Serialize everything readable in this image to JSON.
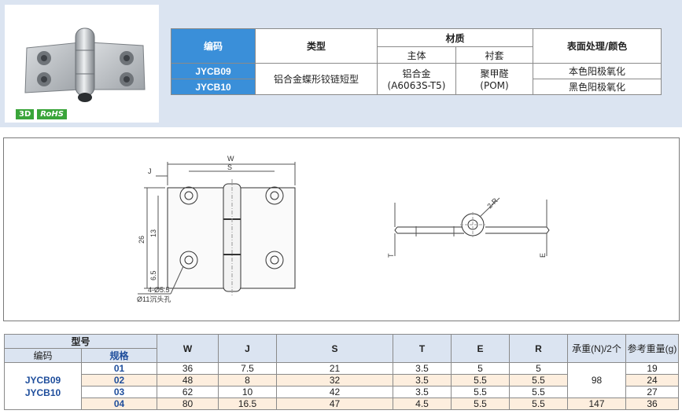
{
  "spec_table": {
    "header": {
      "code": "编码",
      "type": "类型",
      "material": "材质",
      "body": "主体",
      "bushing": "衬套",
      "surface": "表面处理/颜色"
    },
    "rows": [
      {
        "code": "JYCB09",
        "surface": "本色阳极氧化"
      },
      {
        "code": "JYCB10",
        "surface": "黑色阳极氧化"
      }
    ],
    "type_value": "铝合金蝶形铰链短型",
    "body_line1": "铝合金",
    "body_line2": "(A6063S-T5)",
    "bushing_line1": "聚甲醛",
    "bushing_line2": "(POM)"
  },
  "badges": {
    "three_d": "3D",
    "rohs": "RoHS"
  },
  "drawing": {
    "front": {
      "w": "W",
      "j": "J",
      "s": "S",
      "height": "26",
      "mid": "13",
      "bottom": "6.5",
      "hole_line1": "4-Ø5.5",
      "hole_line2": "Ø11沉头孔"
    },
    "side": {
      "r": "2-R",
      "t": "T",
      "e": "E"
    }
  },
  "dims_table": {
    "header": {
      "model": "型号",
      "code": "编码",
      "spec": "规格",
      "w": "W",
      "j": "J",
      "s": "S",
      "t": "T",
      "e": "E",
      "r": "R",
      "load": "承重(N)/2个",
      "weight": "参考重量(g)"
    },
    "codes": [
      "JYCB09",
      "JYCB10"
    ],
    "rows": [
      {
        "spec": "01",
        "w": "36",
        "j": "7.5",
        "s": "21",
        "t": "3.5",
        "e": "5",
        "r": "5",
        "weight": "19"
      },
      {
        "spec": "02",
        "w": "48",
        "j": "8",
        "s": "32",
        "t": "3.5",
        "e": "5.5",
        "r": "5.5",
        "weight": "24"
      },
      {
        "spec": "03",
        "w": "62",
        "j": "10",
        "s": "42",
        "t": "3.5",
        "e": "5.5",
        "r": "5.5",
        "weight": "27"
      },
      {
        "spec": "04",
        "w": "80",
        "j": "16.5",
        "s": "47",
        "t": "4.5",
        "e": "5.5",
        "r": "5.5",
        "weight": "36"
      }
    ],
    "load_group": "98",
    "load_last": "147"
  }
}
